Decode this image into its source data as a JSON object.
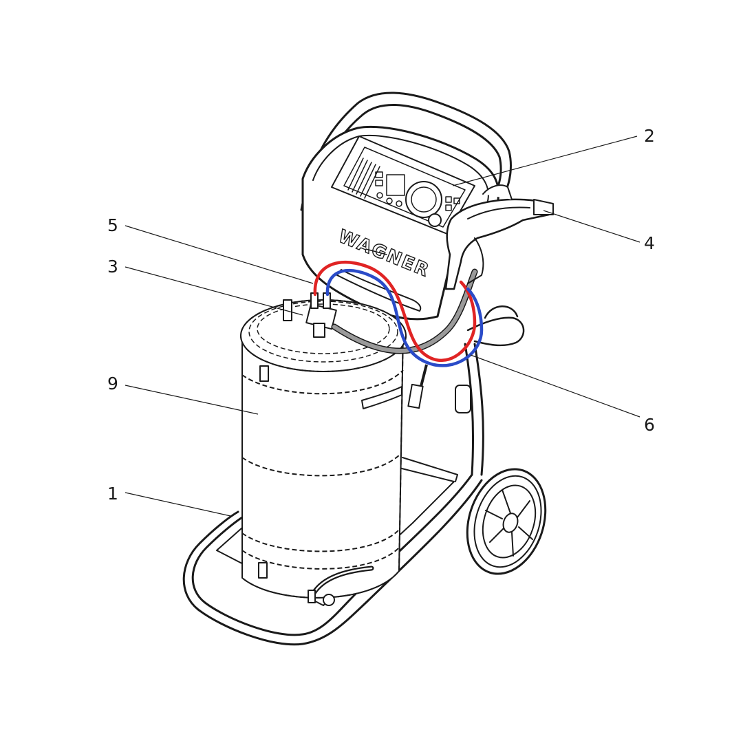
{
  "figure": {
    "callouts": [
      {
        "label": "1"
      },
      {
        "label": "2"
      },
      {
        "label": "3"
      },
      {
        "label": "4"
      },
      {
        "label": "5"
      },
      {
        "label": "6"
      },
      {
        "label": "9"
      }
    ],
    "brand_text": "WAGNER",
    "colors": {
      "line": "#1a1a1a",
      "hose_red": "#e02424",
      "hose_blue": "#2a4bc8",
      "hose_gray": "#9a9a9a",
      "background": "#ffffff"
    }
  }
}
